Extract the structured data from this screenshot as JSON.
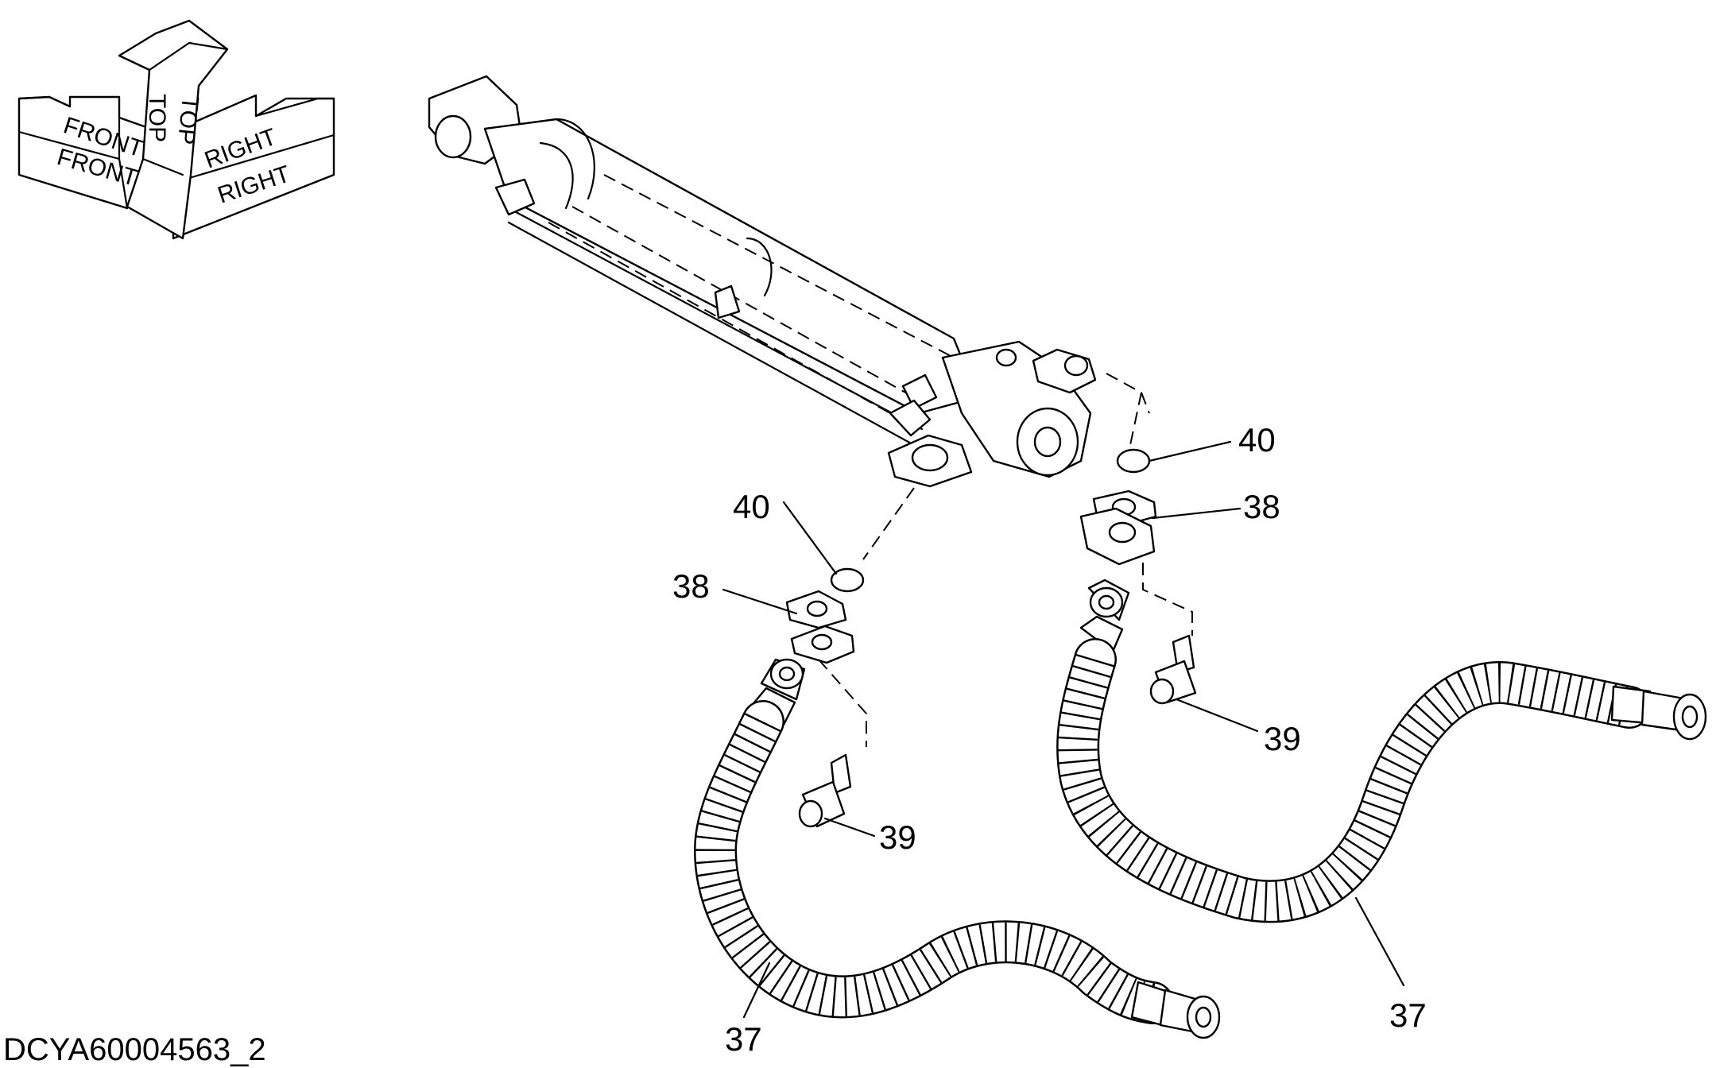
{
  "drawing_id": "DCYA60004563_2",
  "orientation": {
    "top": "TOP",
    "front": "FRONT",
    "right": "RIGHT"
  },
  "callouts": {
    "hose_left": "37",
    "hose_right": "37",
    "flange_left": "38",
    "flange_right": "38",
    "bolt_left": "39",
    "bolt_right": "39",
    "oring_left": "40",
    "oring_right": "40"
  }
}
